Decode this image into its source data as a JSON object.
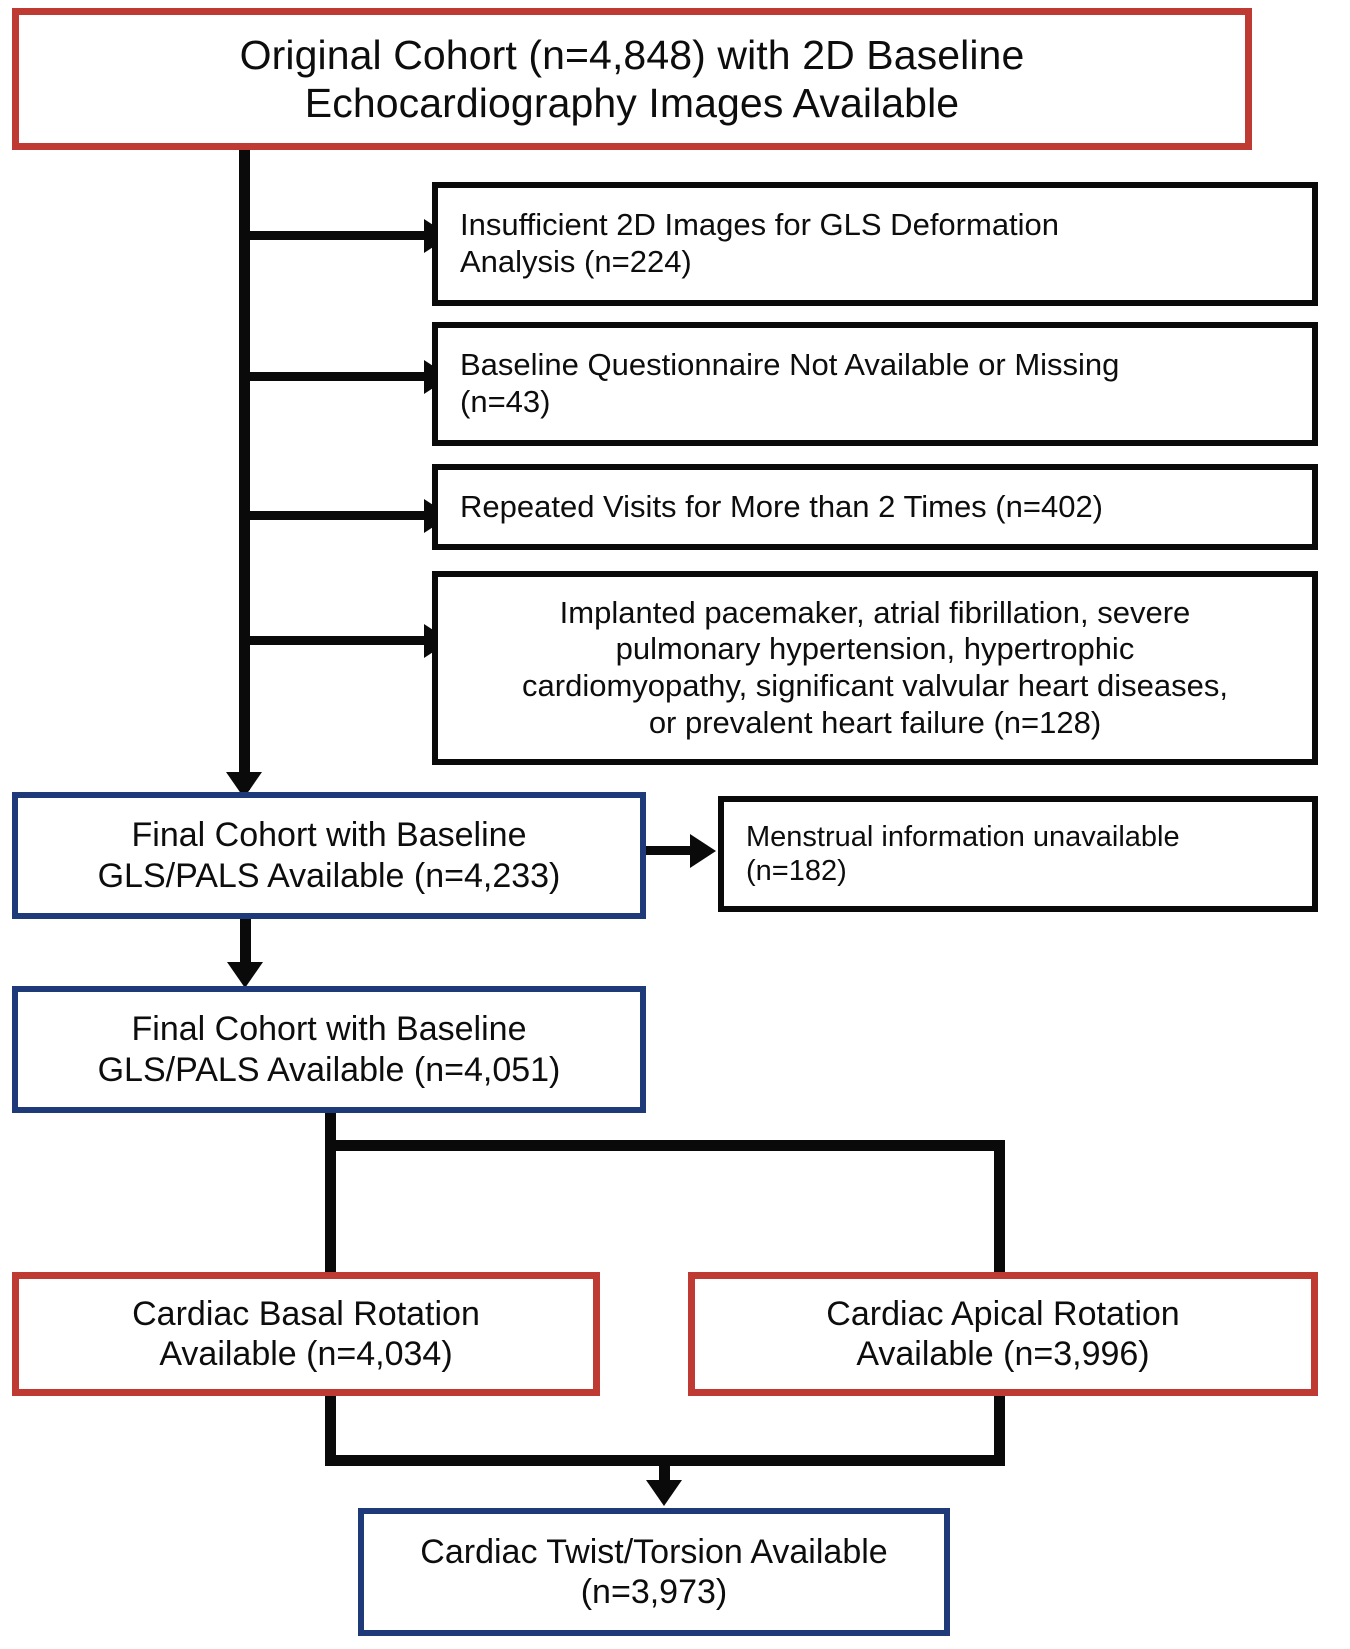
{
  "diagram": {
    "title": "Study Cohort Selection Flow Diagram",
    "colors": {
      "red_border": "#bf3a33",
      "blue_border": "#1f3a78",
      "black_border": "#0a0a0a",
      "connector": "#0a0a0a",
      "background": "#ffffff",
      "text": "#0d0d0d"
    },
    "nodes": {
      "original_cohort": "Original Cohort (n=4,848) with 2D Baseline\nEchocardiography Images Available",
      "exclusion_1": "Insufficient 2D Images for GLS Deformation\nAnalysis (n=224)",
      "exclusion_2": "Baseline Questionnaire Not Available or Missing\n(n=43)",
      "exclusion_3": "Repeated Visits for More than 2 Times (n=402)",
      "exclusion_4": "Implanted pacemaker, atrial fibrillation, severe\npulmonary hypertension, hypertrophic\ncardiomyopathy, significant valvular heart diseases,\nor prevalent heart failure (n=128)",
      "final_cohort_1": "Final Cohort with Baseline\nGLS/PALS Available (n=4,233)",
      "exclusion_5": "Menstrual information unavailable\n(n=182)",
      "final_cohort_2": "Final Cohort with Baseline\nGLS/PALS Available (n=4,051)",
      "basal_rotation": "Cardiac Basal Rotation\nAvailable (n=4,034)",
      "apical_rotation": "Cardiac Apical Rotation\nAvailable (n=3,996)",
      "twist_torsion": "Cardiac Twist/Torsion Available\n(n=3,973)"
    },
    "counts": {
      "original_cohort": "4,848",
      "exclusion_insufficient_2d_images": "224",
      "exclusion_questionnaire_missing": "43",
      "exclusion_repeated_visits": "402",
      "exclusion_cardiac_conditions": "128",
      "final_cohort_gls_pals_1": "4,233",
      "exclusion_menstrual_info": "182",
      "final_cohort_gls_pals_2": "4,051",
      "basal_rotation": "4,034",
      "apical_rotation": "3,996",
      "twist_torsion": "3,973"
    }
  }
}
